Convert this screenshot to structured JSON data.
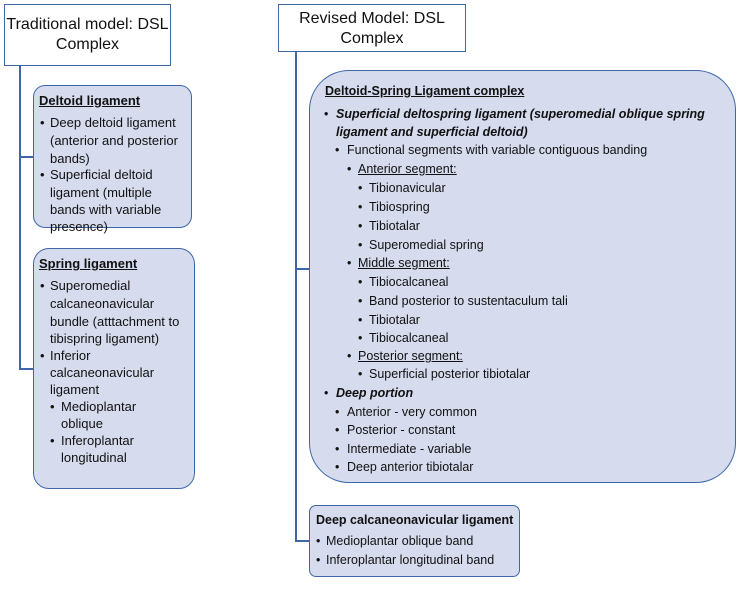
{
  "traditional": {
    "header": [
      "Traditional model: DSL",
      "Complex"
    ],
    "deltoid": {
      "title": "Deltoid ligament",
      "items": [
        [
          "Deep deltoid ligament",
          "(anterior and posterior",
          "bands)"
        ],
        [
          "Superficial deltoid",
          "ligament (multiple",
          "bands with variable",
          "presence)"
        ]
      ]
    },
    "spring": {
      "title": "Spring ligament",
      "items": [
        [
          "Superomedial",
          "calcaneonavicular",
          "bundle (atttachment to",
          "tibispring ligament)"
        ],
        [
          "Inferior",
          "calcaneonavicular",
          "ligament"
        ]
      ],
      "subitems": [
        [
          "Medioplantar",
          "oblique"
        ],
        [
          "Inferoplantar",
          "longitudinal"
        ]
      ]
    }
  },
  "revised": {
    "header": [
      "Revised Model: DSL",
      "Complex"
    ],
    "dsl": {
      "title": "Deltoid-Spring Ligament complex",
      "superficial": [
        "Superficial deltospring ligament (superomedial oblique spring",
        "ligament and superficial deltoid)"
      ],
      "functional": "Functional segments with variable contiguous banding",
      "anterior": {
        "title": "Anterior segment:",
        "items": [
          "Tibionavicular",
          "Tibiospring",
          "Tibiotalar",
          "Superomedial spring"
        ]
      },
      "middle": {
        "title": "Middle segment:",
        "items": [
          "Tibiocalcaneal",
          "Band posterior to sustentaculum tali",
          "Tibiotalar",
          "Tibiocalcaneal"
        ]
      },
      "posterior": {
        "title": "Posterior segment:",
        "items": [
          "Superficial posterior tibiotalar"
        ]
      },
      "deep": {
        "title": "Deep portion",
        "items": [
          "Anterior - very common",
          "Posterior - constant",
          "Intermediate - variable",
          "Deep anterior tibiotalar"
        ]
      }
    },
    "dcn": {
      "title": "Deep calcaneonavicular ligament",
      "items": [
        "Medioplantar oblique band",
        "Inferoplantar longitudinal band"
      ]
    }
  },
  "bullet": "•"
}
